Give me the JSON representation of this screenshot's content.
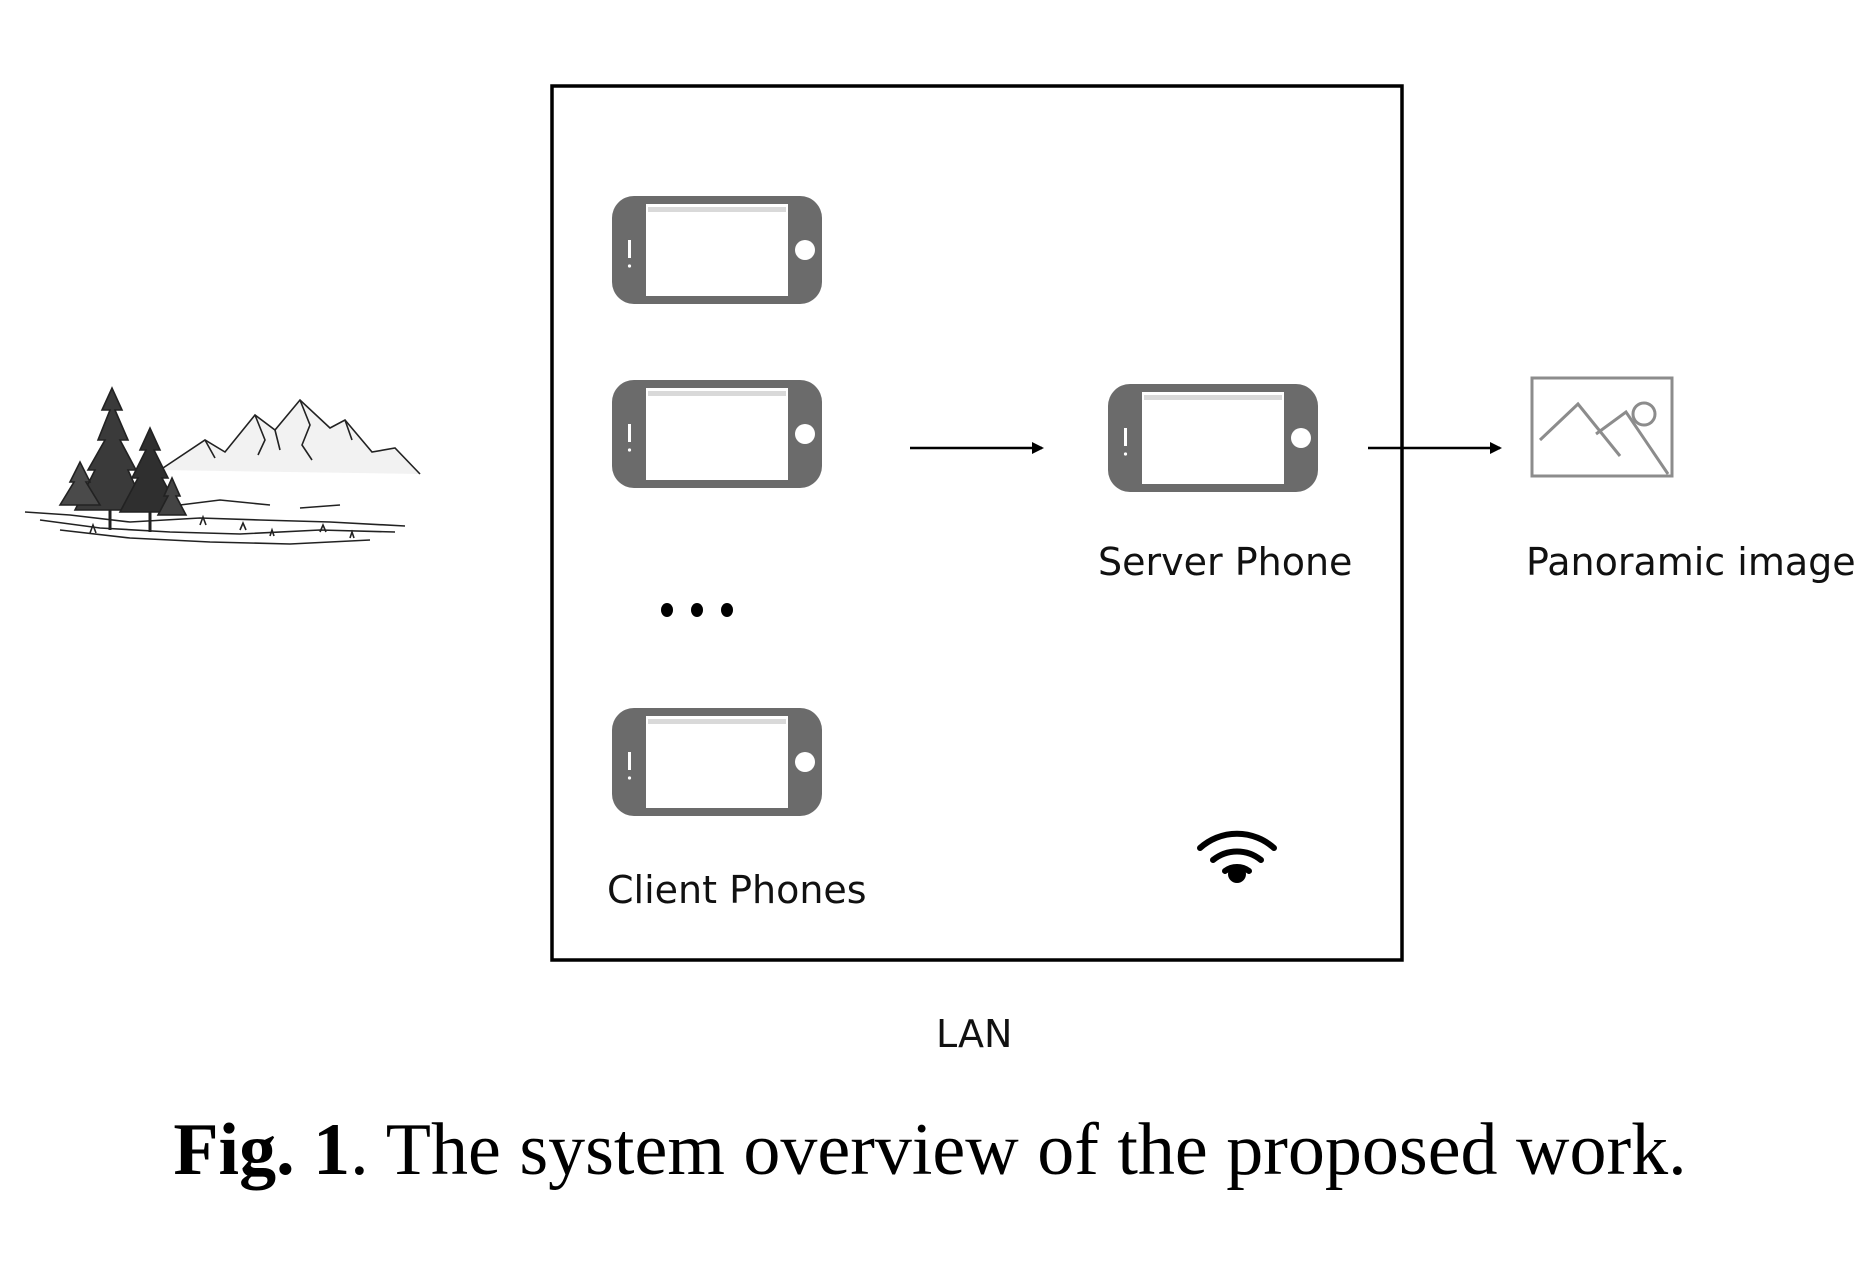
{
  "labels": {
    "client_phones": "Client Phones",
    "server_phone": "Server Phone",
    "panoramic_image": "Panoramic image",
    "lan": "LAN"
  },
  "caption": {
    "label": "Fig. 1",
    "text": ". The system overview of the proposed work."
  },
  "icons": {
    "scene": "landscape-sketch-icon",
    "client_phone": "smartphone-landscape-icon",
    "server_phone": "smartphone-landscape-icon",
    "ellipsis": "ellipsis-icon",
    "wifi": "wifi-icon",
    "image": "image-placeholder-icon"
  },
  "colors": {
    "phone_body": "#6b6b6b",
    "phone_screen": "#ffffff",
    "image_icon": "#8c8c8c",
    "lines": "#000000"
  }
}
